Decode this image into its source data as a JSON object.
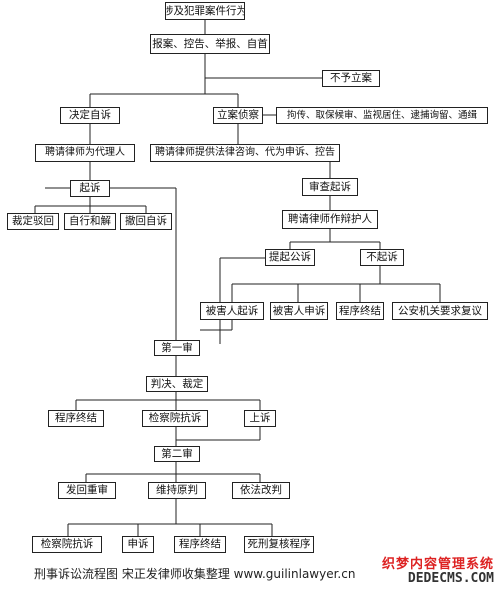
{
  "nodes": {
    "crime": "涉及犯罪案件行为",
    "report": "报案、控告、举报、自首",
    "no_case": "不予立案",
    "self_sue": "决定自诉",
    "file_case": "立案侦察",
    "measures": "拘传、取保候审、监视居住、逮捕询留、通缉",
    "hire_agent": "聘请律师为代理人",
    "hire_consult": "聘请律师提供法律咨询、代为申诉、控告",
    "sue": "起诉",
    "review_prosecute": "审查起诉",
    "reject": "裁定驳回",
    "settle": "自行和解",
    "withdraw": "撤回自诉",
    "hire_defender": "聘请律师作辩护人",
    "public_prosecution": "提起公诉",
    "no_prosecution": "不起诉",
    "victim_sue": "被害人起诉",
    "victim_appeal": "被害人申诉",
    "end1": "程序终结",
    "police_review": "公安机关要求复议",
    "first_trial": "第一审",
    "judgment": "判决、裁定",
    "end2": "程序终结",
    "protest1": "检察院抗诉",
    "appeal": "上诉",
    "second_trial": "第二审",
    "remand": "发回重审",
    "uphold": "维持原判",
    "amend": "依法改判",
    "protest2": "检察院抗诉",
    "petition": "申诉",
    "end3": "程序终结",
    "death_review": "死刑复核程序"
  },
  "footer": "刑事诉讼流程图   宋正发律师收集整理   www.guilinlawyer.cn",
  "watermark": {
    "line1": "织梦内容管理系统",
    "line2": "DEDECMS.COM",
    "color": "#dd2222"
  }
}
